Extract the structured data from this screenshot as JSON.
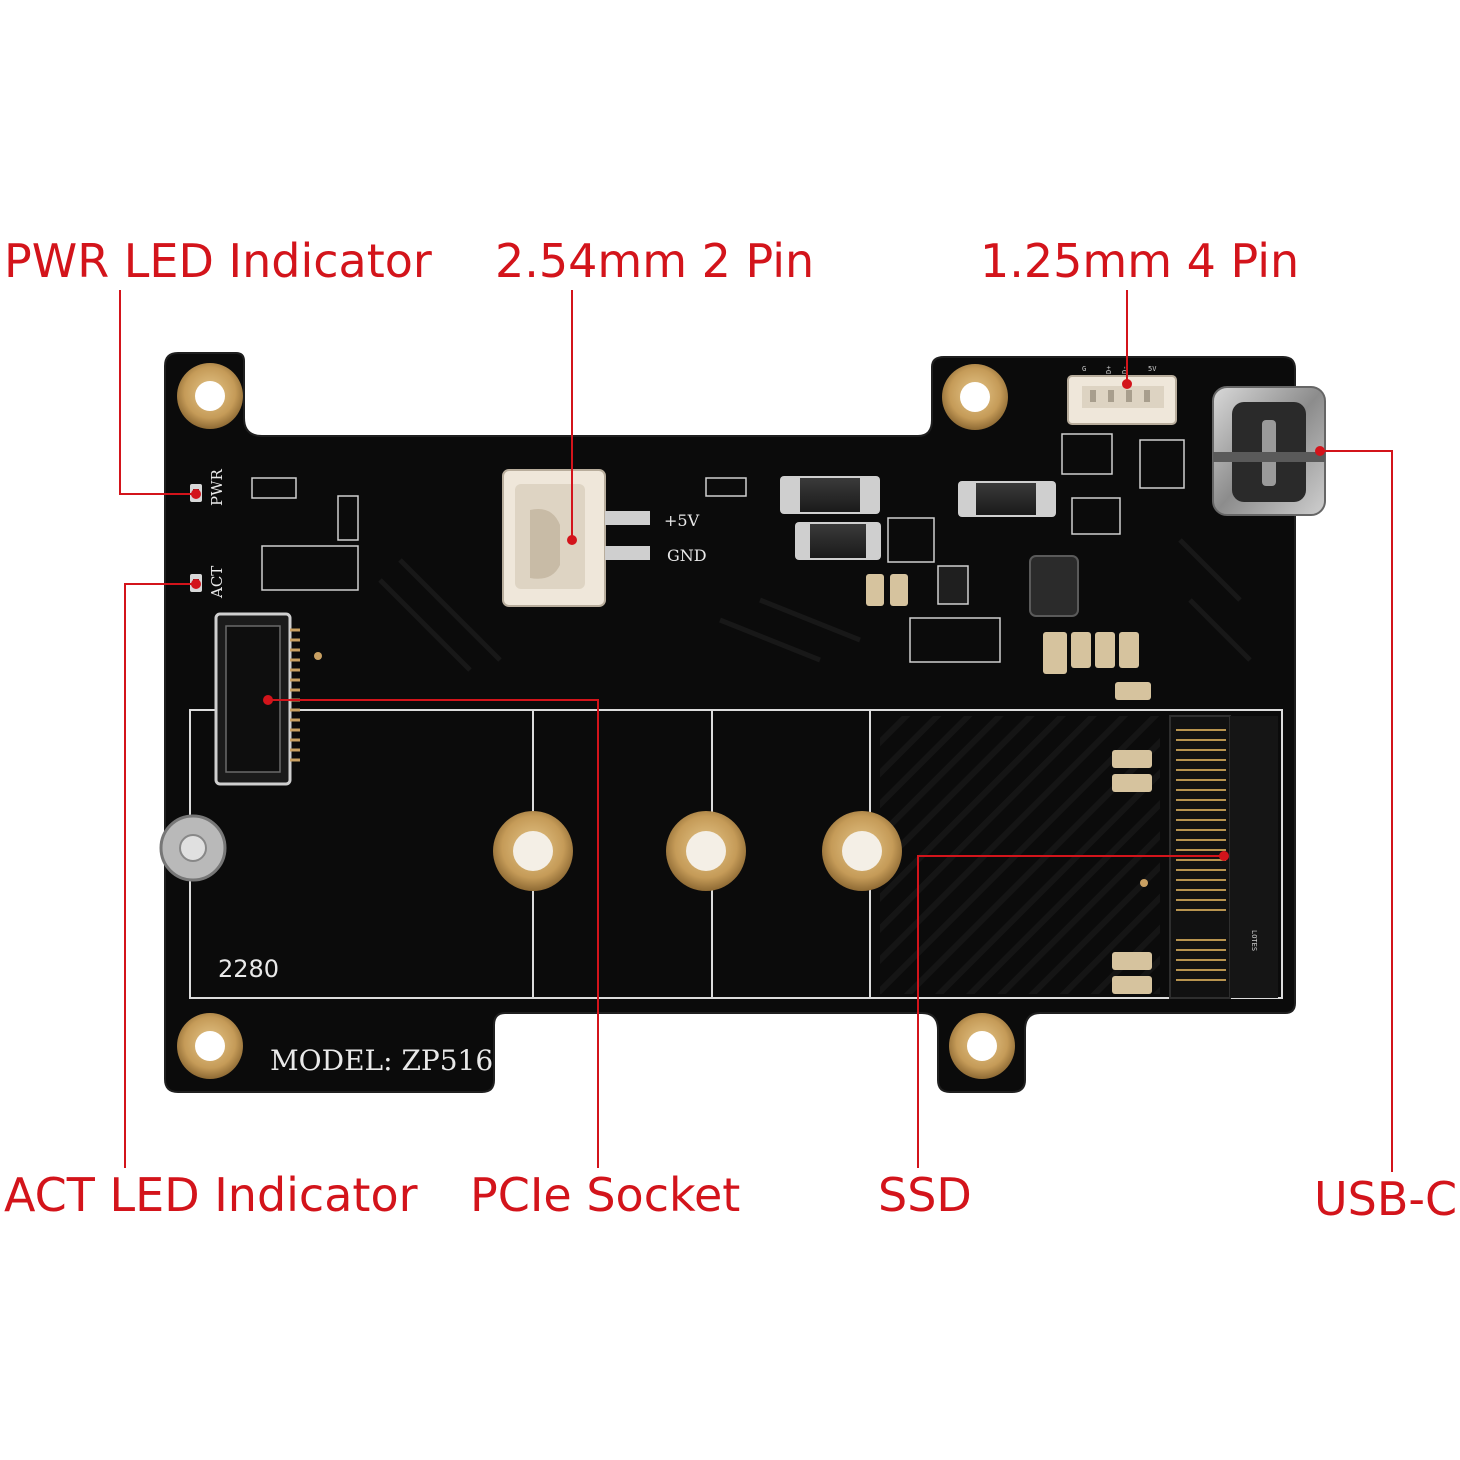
{
  "callouts": {
    "pwr_led": "PWR LED Indicator",
    "pin_254": "2.54mm 2 Pin",
    "pin_125": "1.25mm 4 Pin",
    "act_led": "ACT LED Indicator",
    "pcie_socket": "PCIe Socket",
    "ssd": "SSD",
    "usb_c": "USB-C"
  },
  "board_silkscreen": {
    "pwr": "PWR",
    "act": "ACT",
    "plus_5v": "+5V",
    "gnd": "GND",
    "size": "2280",
    "model": "MODEL: ZP516",
    "pin_g": "G",
    "pin_dplus": "D+",
    "pin_dminus": "D-",
    "pin_5v": "5V",
    "ssd_slot_text": "LOTES"
  },
  "colors": {
    "callout": "#d3141b",
    "pcb": "#0b0b0b",
    "mounting_pad": "#c9a062",
    "connector": "#efe7da",
    "silkscreen": "#e9e9e9"
  }
}
